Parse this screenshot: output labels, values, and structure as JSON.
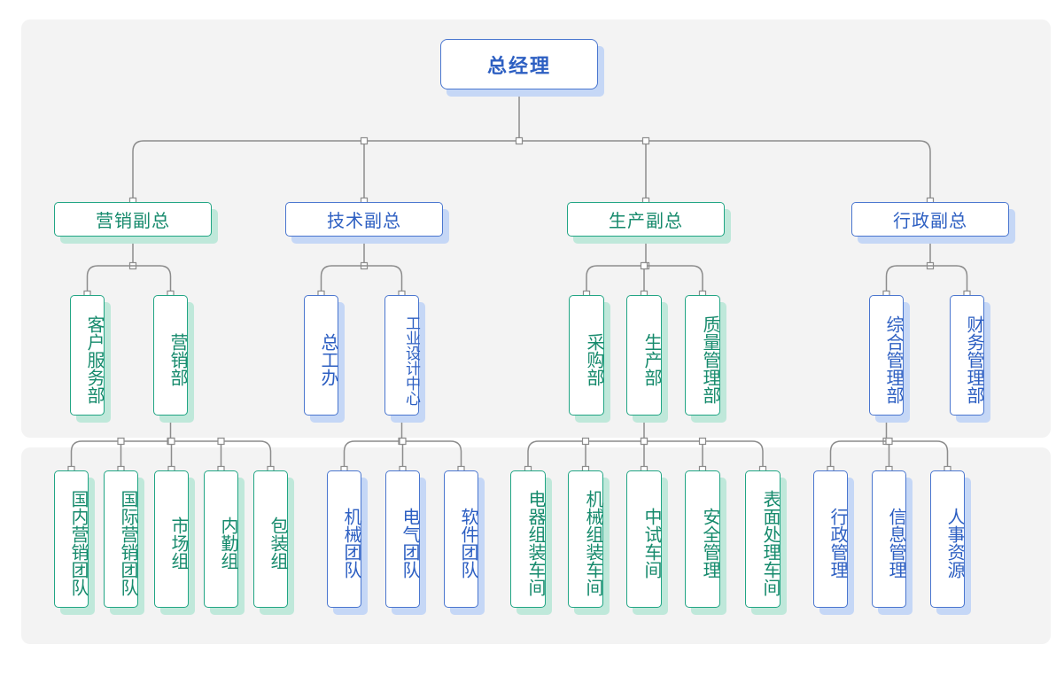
{
  "colors": {
    "background": "#ffffff",
    "band": "#f3f3f3",
    "connector": "#8c8c8c",
    "blue_border": "#4a76cf",
    "blue_text": "#2d5fc2",
    "blue_shadow": "#c5d7f6",
    "green_border": "#21a584",
    "green_text": "#168a6c",
    "green_shadow": "#bfe8da"
  },
  "org": {
    "root": {
      "label": "总经理"
    },
    "vps": [
      {
        "label": "营销副总",
        "theme": "green",
        "depts": [
          {
            "label": "客户服务部",
            "theme": "green",
            "teams": []
          },
          {
            "label": "营销部",
            "theme": "green",
            "teams": [
              {
                "label": "国内营销团队",
                "theme": "green"
              },
              {
                "label": "国际营销团队",
                "theme": "green"
              },
              {
                "label": "市场组",
                "theme": "green"
              },
              {
                "label": "内勤组",
                "theme": "green"
              },
              {
                "label": "包装组",
                "theme": "green"
              }
            ]
          }
        ]
      },
      {
        "label": "技术副总",
        "theme": "blue",
        "depts": [
          {
            "label": "总工办",
            "theme": "blue",
            "teams": []
          },
          {
            "label": "工业设计中心",
            "theme": "blue",
            "teams": [
              {
                "label": "机械团队",
                "theme": "blue"
              },
              {
                "label": "电气团队",
                "theme": "blue"
              },
              {
                "label": "软件团队",
                "theme": "blue"
              }
            ]
          }
        ]
      },
      {
        "label": "生产副总",
        "theme": "green",
        "depts": [
          {
            "label": "采购部",
            "theme": "green",
            "teams": []
          },
          {
            "label": "生产部",
            "theme": "green",
            "teams": [
              {
                "label": "电器组装车间",
                "theme": "green"
              },
              {
                "label": "机械组装车间",
                "theme": "green"
              },
              {
                "label": "中试车间",
                "theme": "green"
              },
              {
                "label": "安全管理",
                "theme": "green"
              },
              {
                "label": "表面处理车间",
                "theme": "green"
              }
            ]
          },
          {
            "label": "质量管理部",
            "theme": "green",
            "teams": []
          }
        ]
      },
      {
        "label": "行政副总",
        "theme": "blue",
        "depts": [
          {
            "label": "综合管理部",
            "theme": "blue",
            "teams": []
          },
          {
            "label": "财务管理部",
            "theme": "blue",
            "teams": []
          }
        ]
      }
    ]
  }
}
